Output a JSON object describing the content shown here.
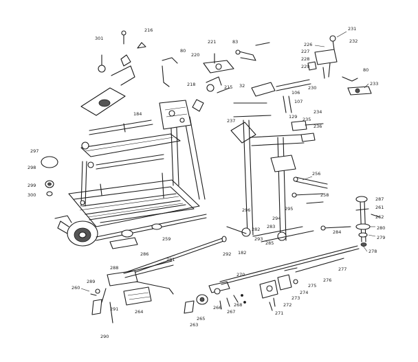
{
  "callouts": [
    "226",
    "227",
    "228",
    "229",
    "230",
    "231",
    "232",
    "233",
    "80",
    "80",
    "221",
    "220",
    "83",
    "32",
    "106",
    "107",
    "215",
    "216",
    "218",
    "184",
    "182",
    "129",
    "234",
    "235",
    "236",
    "237",
    "256",
    "258",
    "259",
    "260",
    "261",
    "262",
    "263",
    "264",
    "265",
    "266",
    "267",
    "268",
    "270",
    "271",
    "272",
    "273",
    "274",
    "275",
    "276",
    "277",
    "278",
    "279",
    "280",
    "281",
    "282",
    "283",
    "284",
    "285",
    "286",
    "287",
    "288",
    "289",
    "290",
    "291",
    "292",
    "293",
    "294",
    "295",
    "296",
    "297",
    "298",
    "299",
    "300",
    "301"
  ]
}
